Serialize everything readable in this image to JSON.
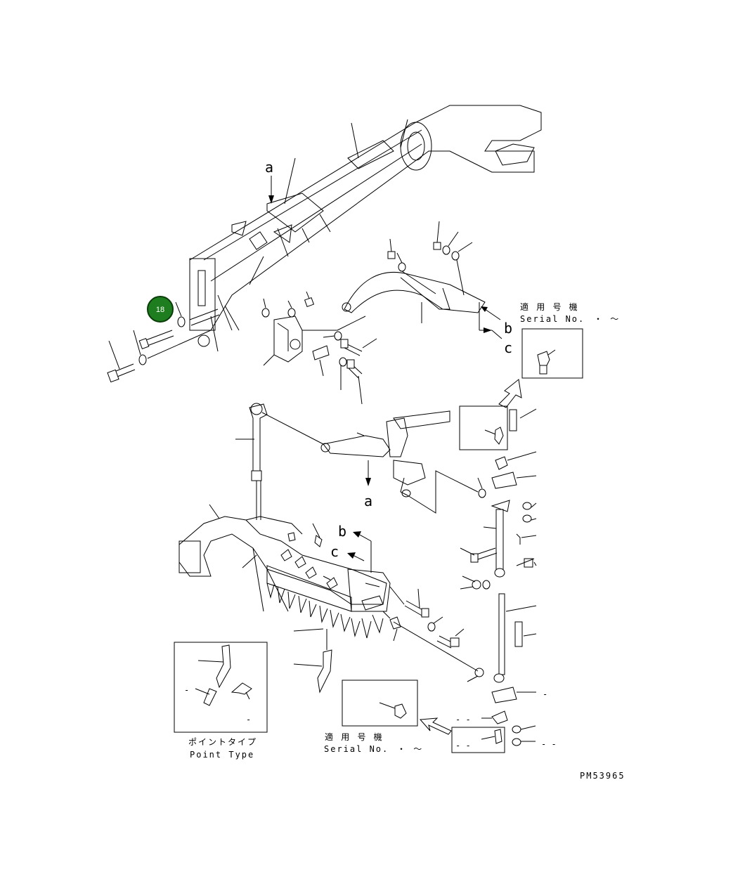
{
  "callout": {
    "number": "18",
    "color": "#1e7d1e",
    "ring_color": "#0a3d0a"
  },
  "labels": {
    "a_top": "a",
    "a_mid": "a",
    "b_top": "b",
    "c_top": "c",
    "b_mid": "b",
    "c_mid": "c"
  },
  "serial_top": {
    "jp": "適 用 号 機",
    "en": "Serial No.",
    "range": "・ ～"
  },
  "serial_bottom": {
    "jp": "適 用 号 機",
    "en": "Serial No.",
    "range": "・ ～"
  },
  "point_type": {
    "jp": "ポイントタイプ",
    "en": "Point Type"
  },
  "drawing_code": "PM53965",
  "dashes": {
    "d1": "-",
    "d2": "-",
    "d3": "- -",
    "d4": "- -",
    "d5": "- -",
    "d6": "-"
  }
}
